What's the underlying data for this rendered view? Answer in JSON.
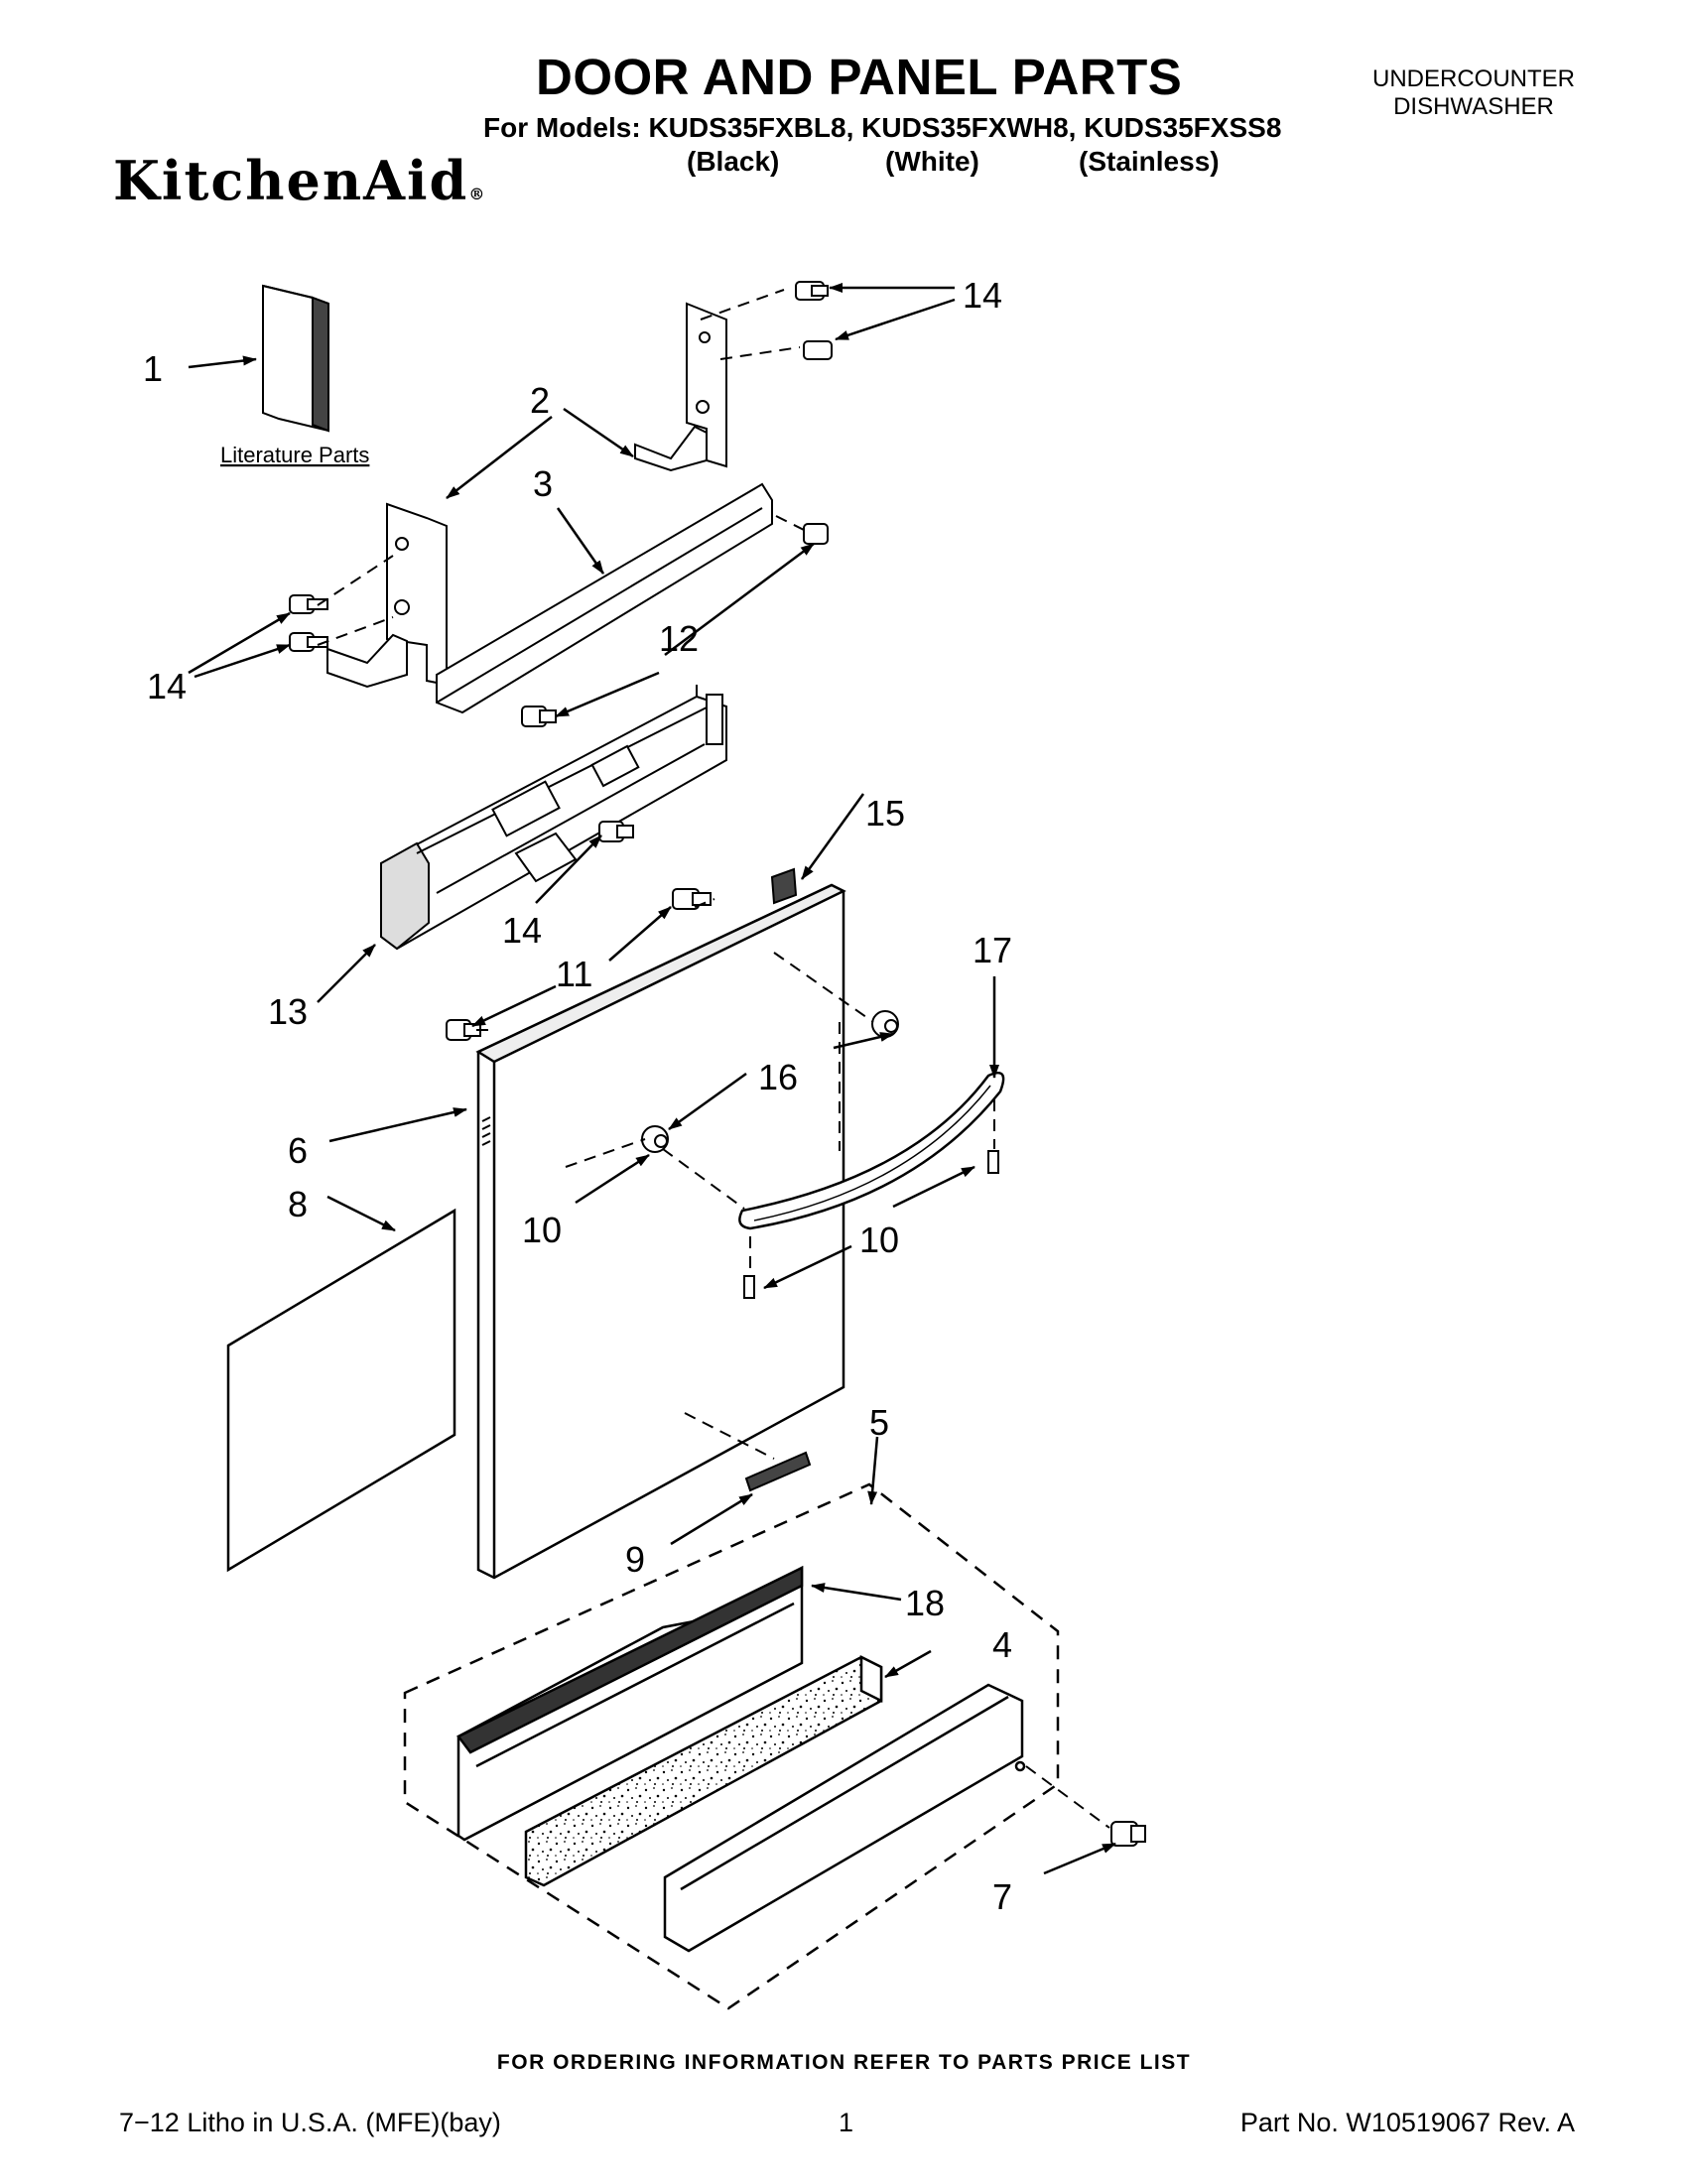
{
  "header": {
    "title": "DOOR AND PANEL PARTS",
    "models": "For Models: KUDS35FXBL8, KUDS35FXWH8, KUDS35FXSS8",
    "finishes": [
      "(Black)",
      "(White)",
      "(Stainless)"
    ],
    "appliance_line1": "UNDERCOUNTER",
    "appliance_line2": "DISHWASHER",
    "brand": "KitchenAid",
    "brand_mark": "®"
  },
  "diagram": {
    "literature_label": "Literature Parts",
    "callouts": [
      "1",
      "2",
      "3",
      "14",
      "14",
      "12",
      "14",
      "15",
      "13",
      "11",
      "17",
      "6",
      "16",
      "8",
      "10",
      "10",
      "5",
      "9",
      "18",
      "4",
      "7"
    ]
  },
  "footer": {
    "ordering_note": "FOR ORDERING INFORMATION REFER TO PARTS PRICE LIST",
    "litho": "7−12 Litho in U.S.A. (MFE)(bay)",
    "page": "1",
    "part_number": "Part No. W10519067 Rev. A"
  }
}
